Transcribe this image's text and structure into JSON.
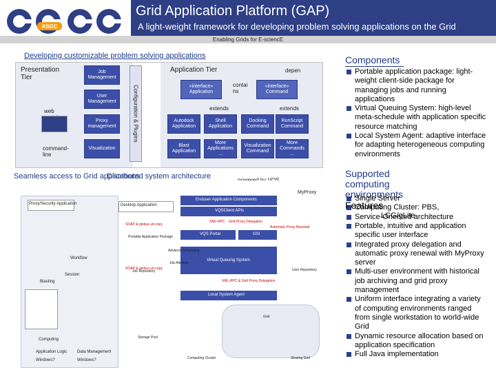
{
  "header": {
    "title": "Grid Application Platform (GAP)",
    "subtitle": "A light-weight framework for developing problem solving applications on the Grid",
    "band": "Enabling Grids for E-sciencE",
    "logo_text": "ASGC"
  },
  "top_diagram": {
    "caption": "Developing customizable problem solving applications",
    "presentation_tier": "Presentation\nTier",
    "application_tier": "Application Tier",
    "config_plugins": "Configuration & Plugins",
    "web_portal": "web\nportal",
    "commandline": "command-\nline",
    "boxes": {
      "job_mgmt": "Job\nManagement",
      "user_mgmt": "User\nManagement",
      "proxy_mgmt": "Proxy\nmanagement",
      "visualization": "Visualization",
      "iface_app": "«interface»\nApplication",
      "iface_cmd": "«interface»\nCommand",
      "autodock": "Autodock\nApplication",
      "shell_app": "Shell\nApplication",
      "blast": "Blast\nApplication",
      "more_apps": "More\nApplications\n...",
      "docking_cmd": "Docking\nCommand",
      "runscript_cmd": "RunScript\nCommand",
      "vis_cmd": "Visualization\nCommand",
      "more_cmds": "More\nCommands\n..."
    },
    "extends_1": "extends",
    "extends_2": "extends",
    "depen": "depen",
    "contai": "contai\nns"
  },
  "bottom_diagram": {
    "caption_a": "Seamless access to Grid applications",
    "caption_b": "Distributed system architecture",
    "powered_by": "powered by VQS\nclient APIs",
    "myproxy": "MyProxy",
    "layers": {
      "enduser": "Enduser Application Components",
      "vqs_client": "VQSClient APIs",
      "vqs_portal": "VQS Portal",
      "gsi": "GSI",
      "vqs": "Virtual Queuing System",
      "local_agent": "Local System Agent"
    },
    "protocols": {
      "xml_rpc": "XML-RPC",
      "proxy_deleg": "Grid Proxy Delegation",
      "auto_renewal": "Automatic Proxy Renewal",
      "soap_1": "SOAP & globus url-copy",
      "soap_2": "SOAP & globus url-copy",
      "xmlrpc_grid": "XML-RPC & Grid Proxy Delegation"
    },
    "labels": {
      "portal_pkg": "Portable Application Package",
      "repository_1": "Job Repository",
      "user_repo": "User Repository",
      "attr": "Job Attribute",
      "grid": "Grid",
      "storage": "Storage Pool",
      "computing": "Computing Cluster",
      "adv_sched": "Advance Scheduling",
      "session": "Session",
      "work": "Workflow",
      "data": "Data Management",
      "ui": "Application Logic",
      "win_a": "Windows?",
      "win_b": "Windows?",
      "pkg_a": "Proxy/Security Application",
      "pkg_b": "Desktop Application",
      "sharing": "Sharing Grid",
      "blast_l": "Blasting",
      "compute_l": "Computing"
    }
  },
  "components": {
    "title": "Components",
    "items": [
      "Portable application package: light-weight client-side package for managing jobs and running applications",
      "Virtual Queuing System: high-level meta-schedule with application specific resource matching",
      "Local System Agent: adaptive interface for adapting heterogeneous computing environments"
    ]
  },
  "supported": {
    "title": "Supported computing environments",
    "items": [
      "Single Server",
      "Computing Cluster: PBS,",
      "Service-Oriented architecture"
    ],
    "overlay_1": "Features",
    "overlay_2": "LCG/gLite"
  },
  "features": {
    "items": [
      "Portable, intuitive and application specific user interface",
      "Integrated proxy delegation and automatic proxy renewal with MyProxy server",
      "Multi-user environment with historical job archiving and grid proxy management",
      "Uniform interface integrating a variety of computing environments ranged from single workstation to world-wide Grid",
      "Dynamic resource allocation based on application specification",
      "Full Java implementation"
    ]
  },
  "colors": {
    "header_blue": "#2e3f86",
    "box_blue": "#3b4ea8",
    "accent_orange": "#f39c12",
    "heading_blue": "#1f3a8a"
  }
}
